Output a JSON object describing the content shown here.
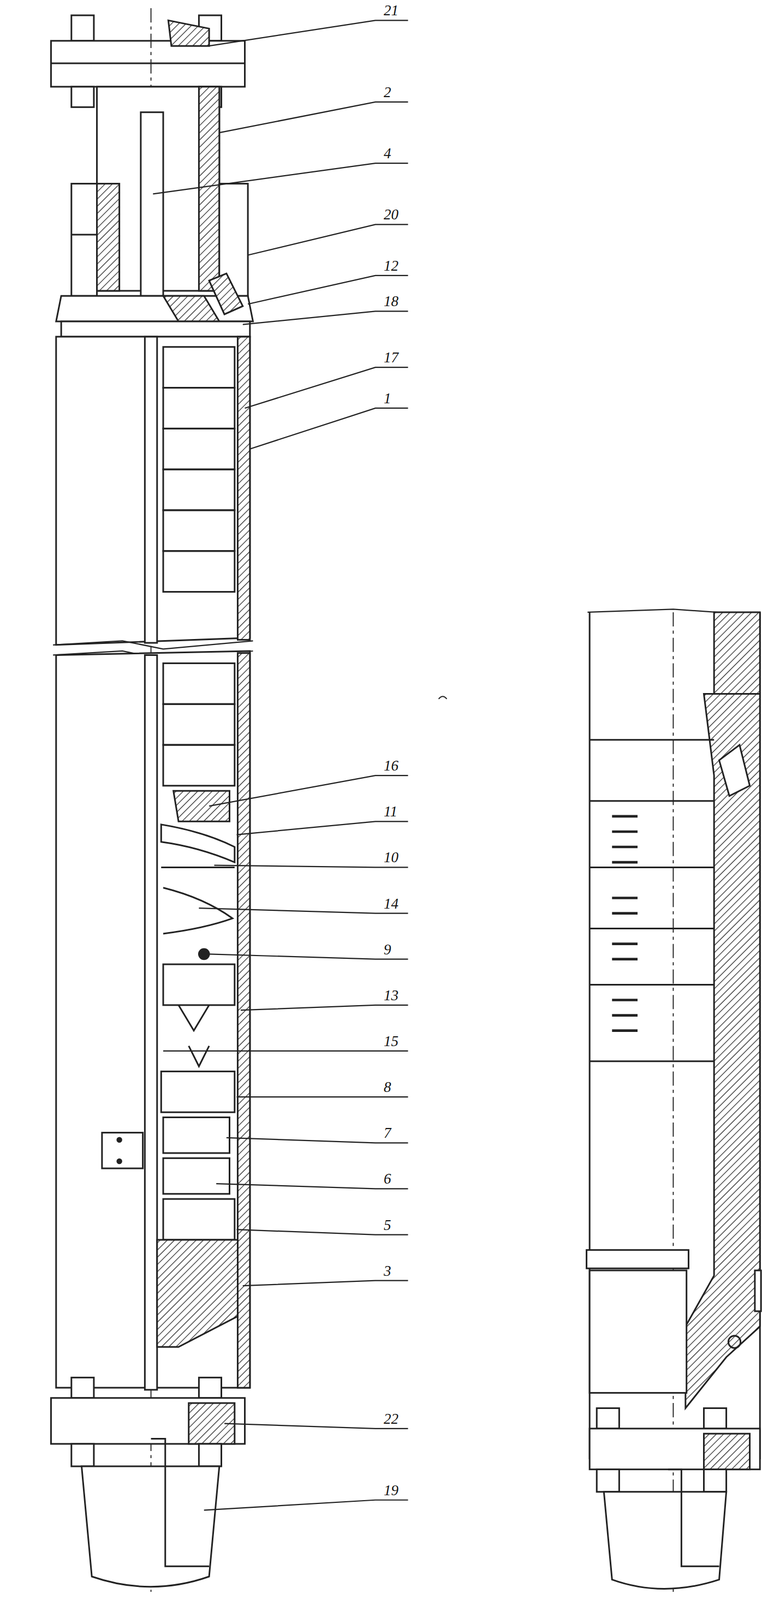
{
  "diagram": {
    "labels": [
      "21",
      "2",
      "4",
      "20",
      "12",
      "18",
      "17",
      "1",
      "16",
      "11",
      "10",
      "14",
      "9",
      "13",
      "15",
      "8",
      "7",
      "6",
      "5",
      "3",
      "22",
      "19"
    ]
  }
}
